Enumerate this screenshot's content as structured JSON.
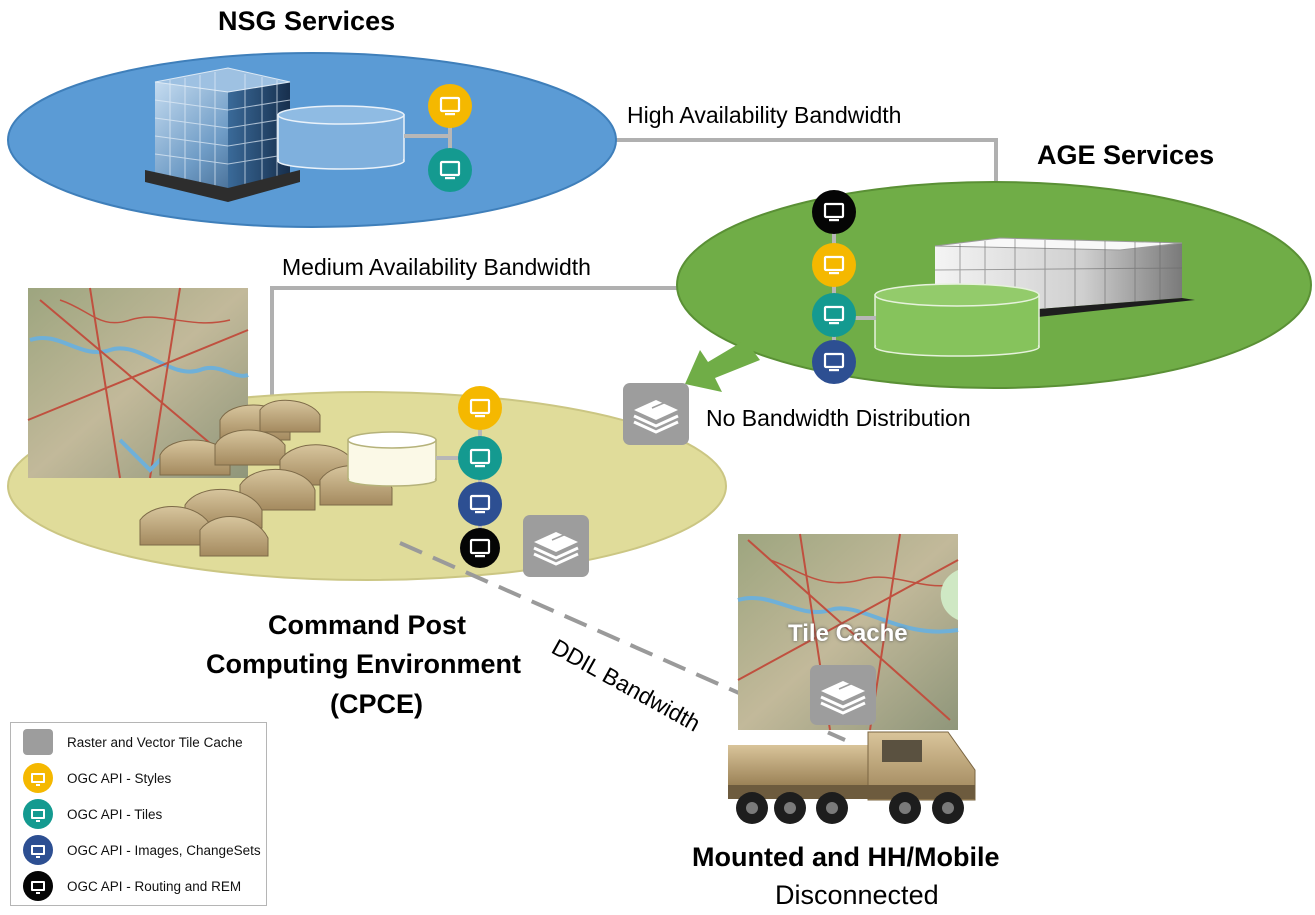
{
  "labels": {
    "nsg_title": "NSG Services",
    "age_title": "AGE Services",
    "high_bw": "High Availability Bandwidth",
    "medium_bw": "Medium Availability Bandwidth",
    "no_bw": "No Bandwidth Distribution",
    "cpce_line1": "Command Post",
    "cpce_line2": "Computing Environment",
    "cpce_line3": "(CPCE)",
    "ddil_bw": "DDIL Bandwidth",
    "tile_cache": "Tile Cache",
    "mounted_title": "Mounted and HH/Mobile",
    "mounted_sub": "Disconnected"
  },
  "legend": {
    "items": [
      {
        "label": "Raster and Vector Tile Cache",
        "icon": "tile-cache-icon",
        "color": "#9d9d9d"
      },
      {
        "label": "OGC API - Styles",
        "icon": "styles-api-icon",
        "color": "#f5b800"
      },
      {
        "label": "OGC API - Tiles",
        "icon": "tiles-api-icon",
        "color": "#149a90"
      },
      {
        "label": "OGC API - Images, ChangeSets",
        "icon": "images-api-icon",
        "color": "#2d4f92"
      },
      {
        "label": "OGC API - Routing and REM",
        "icon": "routing-api-icon",
        "color": "#050505"
      }
    ]
  },
  "colors": {
    "nsg_ellipse": "#5b9bd5",
    "age_ellipse": "#70ad47",
    "cpce_ellipse": "#e0dc9a",
    "connector": "#b0b0b0",
    "styles": "#f5b800",
    "tiles": "#149a90",
    "images": "#2d4f92",
    "routing": "#050505",
    "tile_cache": "#9d9d9d"
  }
}
